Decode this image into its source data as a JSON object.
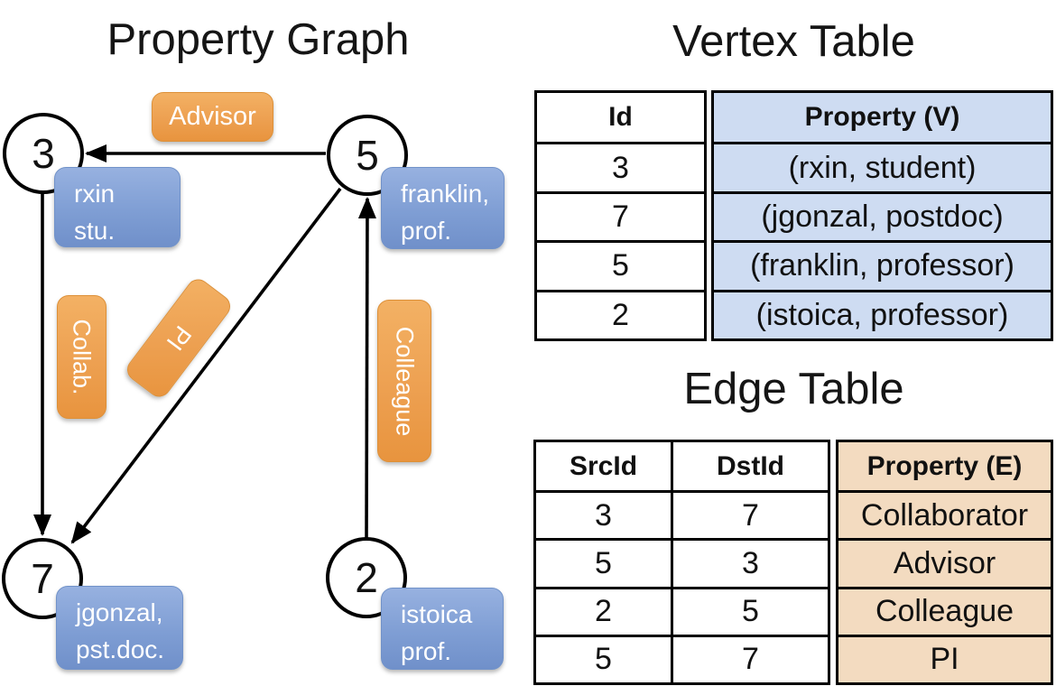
{
  "graph": {
    "title": "Property Graph",
    "nodes": [
      {
        "id": "3",
        "line1": "rxin",
        "line2": "stu."
      },
      {
        "id": "5",
        "line1": "franklin,",
        "line2": "prof."
      },
      {
        "id": "7",
        "line1": "jgonzal,",
        "line2": "pst.doc."
      },
      {
        "id": "2",
        "line1": "istoica",
        "line2": "prof."
      }
    ],
    "edges": [
      {
        "src": "5",
        "dst": "3",
        "label": "Advisor"
      },
      {
        "src": "3",
        "dst": "7",
        "label": "Collab."
      },
      {
        "src": "5",
        "dst": "7",
        "label": "PI"
      },
      {
        "src": "2",
        "dst": "5",
        "label": "Colleague"
      }
    ]
  },
  "vertex_table": {
    "title": "Vertex Table",
    "columns": [
      "Id",
      "Property (V)"
    ],
    "rows": [
      [
        "3",
        "(rxin, student)"
      ],
      [
        "7",
        "(jgonzal, postdoc)"
      ],
      [
        "5",
        "(franklin, professor)"
      ],
      [
        "2",
        "(istoica, professor)"
      ]
    ]
  },
  "edge_table": {
    "title": "Edge Table",
    "columns": [
      "SrcId",
      "DstId",
      "Property (E)"
    ],
    "rows": [
      [
        "3",
        "7",
        "Collaborator"
      ],
      [
        "5",
        "3",
        "Advisor"
      ],
      [
        "2",
        "5",
        "Colleague"
      ],
      [
        "5",
        "7",
        "PI"
      ]
    ]
  },
  "colors": {
    "edge_label_orange": "#E8943E",
    "vertex_label_blue": "#7F9ED4",
    "vertex_property_fill": "#CEDCF2",
    "edge_property_fill": "#F3DBC0",
    "line_black": "#000000",
    "background": "#FFFFFF"
  }
}
